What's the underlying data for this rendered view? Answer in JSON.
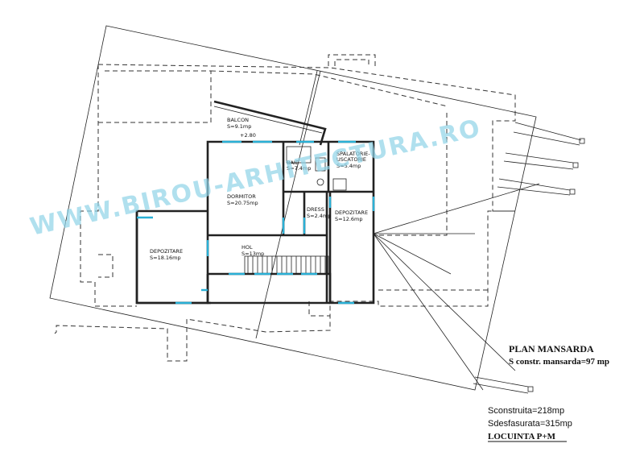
{
  "watermark": "WWW.BIROU-ARHITECTURA.RO",
  "plan": {
    "title": "PLAN MANSARDA",
    "area_line": "S constr. mansarda=97 mp",
    "sconstruita": "Sconstruita=218mp",
    "sdesfasurata": "Sdesfasurata=315mp",
    "project": "LOCUINTA P+M",
    "level": "+2.80"
  },
  "rooms": [
    {
      "name": "BALCON",
      "area": "S=9.1mp"
    },
    {
      "name": "DORMITOR",
      "area": "S=20.75mp"
    },
    {
      "name": "BAIE",
      "area": "S=7.4mp"
    },
    {
      "name": "SPALATORIE-\nUSCATORIE",
      "name_line1": "SPALATORIE-",
      "name_line2": "USCATORIE",
      "area": "S=5.4mp"
    },
    {
      "name": "DRESS",
      "area": "S=2.4mp"
    },
    {
      "name": "DEPOZITARE",
      "area": "S=12.6mp"
    },
    {
      "name": "DEPOZITARE",
      "area": "S=18.16mp"
    },
    {
      "name": "HOL",
      "area": "S=13mp"
    }
  ],
  "colors": {
    "window": "#2ab0d6",
    "watermark": "#8fd3e8",
    "line": "#222222"
  }
}
